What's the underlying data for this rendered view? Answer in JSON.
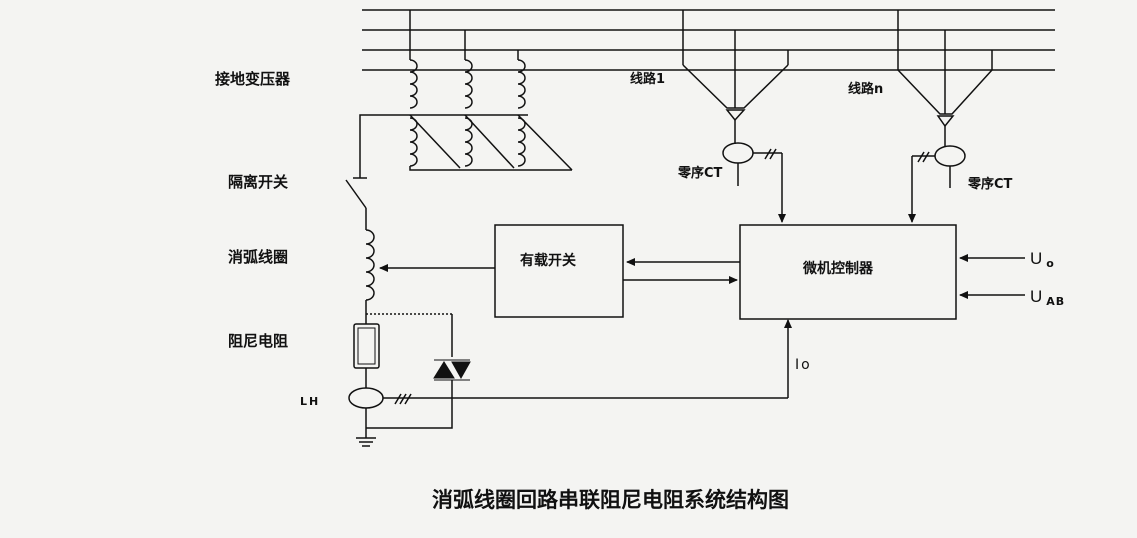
{
  "labels": {
    "grounding_transformer": "接地变压器",
    "isolation_switch": "隔离开关",
    "arc_suppression_coil": "消弧线圈",
    "damping_resistor": "阻尼电阻",
    "lh": "LH",
    "line_1": "线路1",
    "line_n": "线路n",
    "zero_seq_ct_1": "零序CT",
    "zero_seq_ct_n": "零序CT",
    "on_load_switch": "有载开关",
    "microcontroller": "微机控制器",
    "u0": "U",
    "u0_sub": "o",
    "uab": "U",
    "uab_sub": "AB",
    "i0": "Io"
  },
  "title": "消弧线圈回路串联阻尼电阻系统结构图"
}
